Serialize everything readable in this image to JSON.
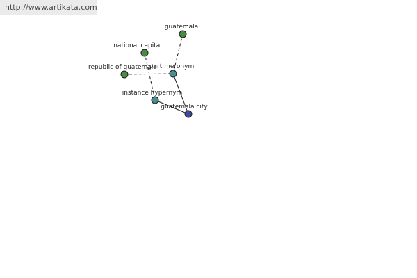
{
  "watermark": {
    "url": "http://www.artikata.com"
  },
  "graph": {
    "colors": {
      "green": "#4a8a45",
      "teal": "#4a8e91",
      "blue": "#3e4aa0",
      "stroke": "#1a1a1a"
    },
    "nodes": [
      {
        "id": "guatemala",
        "label": "guatemala",
        "color": "green"
      },
      {
        "id": "national-capital",
        "label": "national capital",
        "color": "green"
      },
      {
        "id": "republic-of-guatemala",
        "label": "republic of guatemala",
        "color": "green"
      },
      {
        "id": "part-meronym",
        "label": "part meronym",
        "color": "teal"
      },
      {
        "id": "instance-hypernym",
        "label": "instance hypernym",
        "color": "teal"
      },
      {
        "id": "guatemala-city",
        "label": "guatemala city",
        "color": "blue"
      }
    ],
    "edges": [
      {
        "from": "guatemala",
        "to": "part-meronym",
        "style": "dashed"
      },
      {
        "from": "republic-of-guatemala",
        "to": "part-meronym",
        "style": "dashed"
      },
      {
        "from": "national-capital",
        "to": "instance-hypernym",
        "style": "dashed"
      },
      {
        "from": "part-meronym",
        "to": "guatemala-city",
        "style": "solid"
      },
      {
        "from": "instance-hypernym",
        "to": "guatemala-city",
        "style": "solid"
      }
    ]
  }
}
